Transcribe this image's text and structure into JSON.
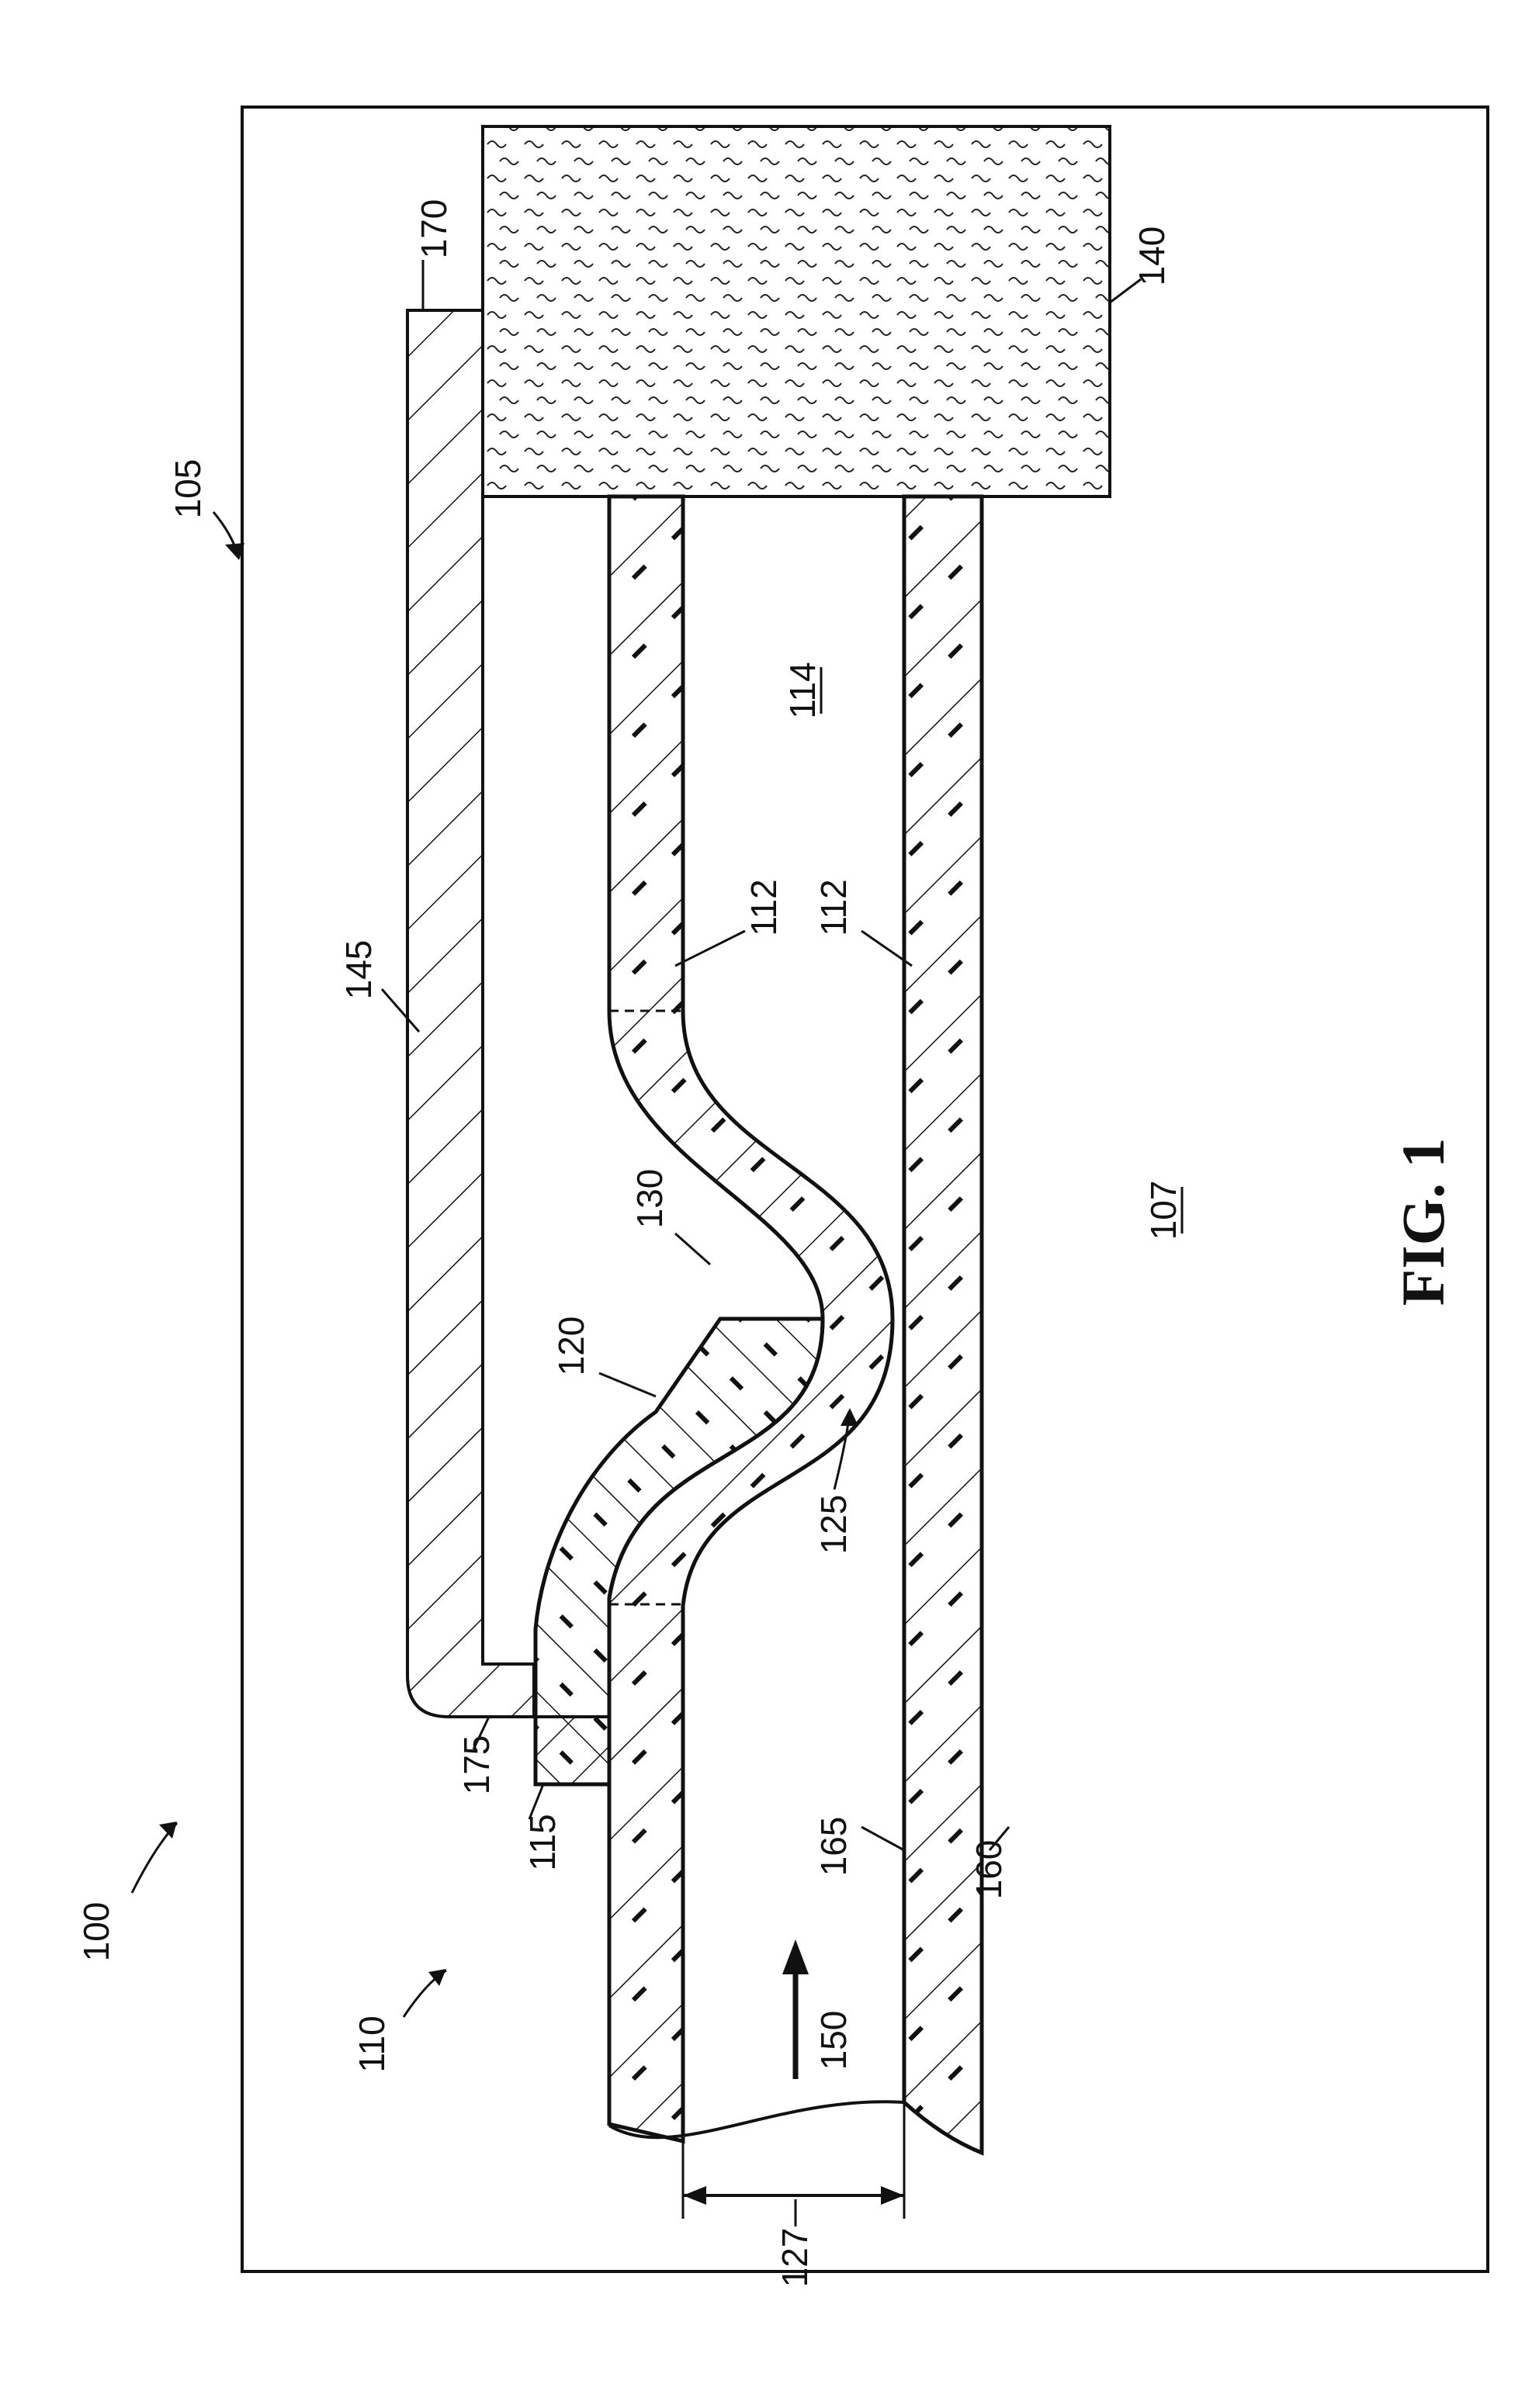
{
  "figure_label": "FIG. 1",
  "refs": {
    "r100": "100",
    "r105": "105",
    "r107": "107",
    "r110": "110",
    "r112a": "112",
    "r112b": "112",
    "r114": "114",
    "r115": "115",
    "r120": "120",
    "r125": "125",
    "r127": "127",
    "r130": "130",
    "r140": "140",
    "r145": "145",
    "r150": "150",
    "r160": "160",
    "r165": "165",
    "r170": "170",
    "r175": "175"
  },
  "underlined_refs": [
    "r107",
    "r114"
  ]
}
